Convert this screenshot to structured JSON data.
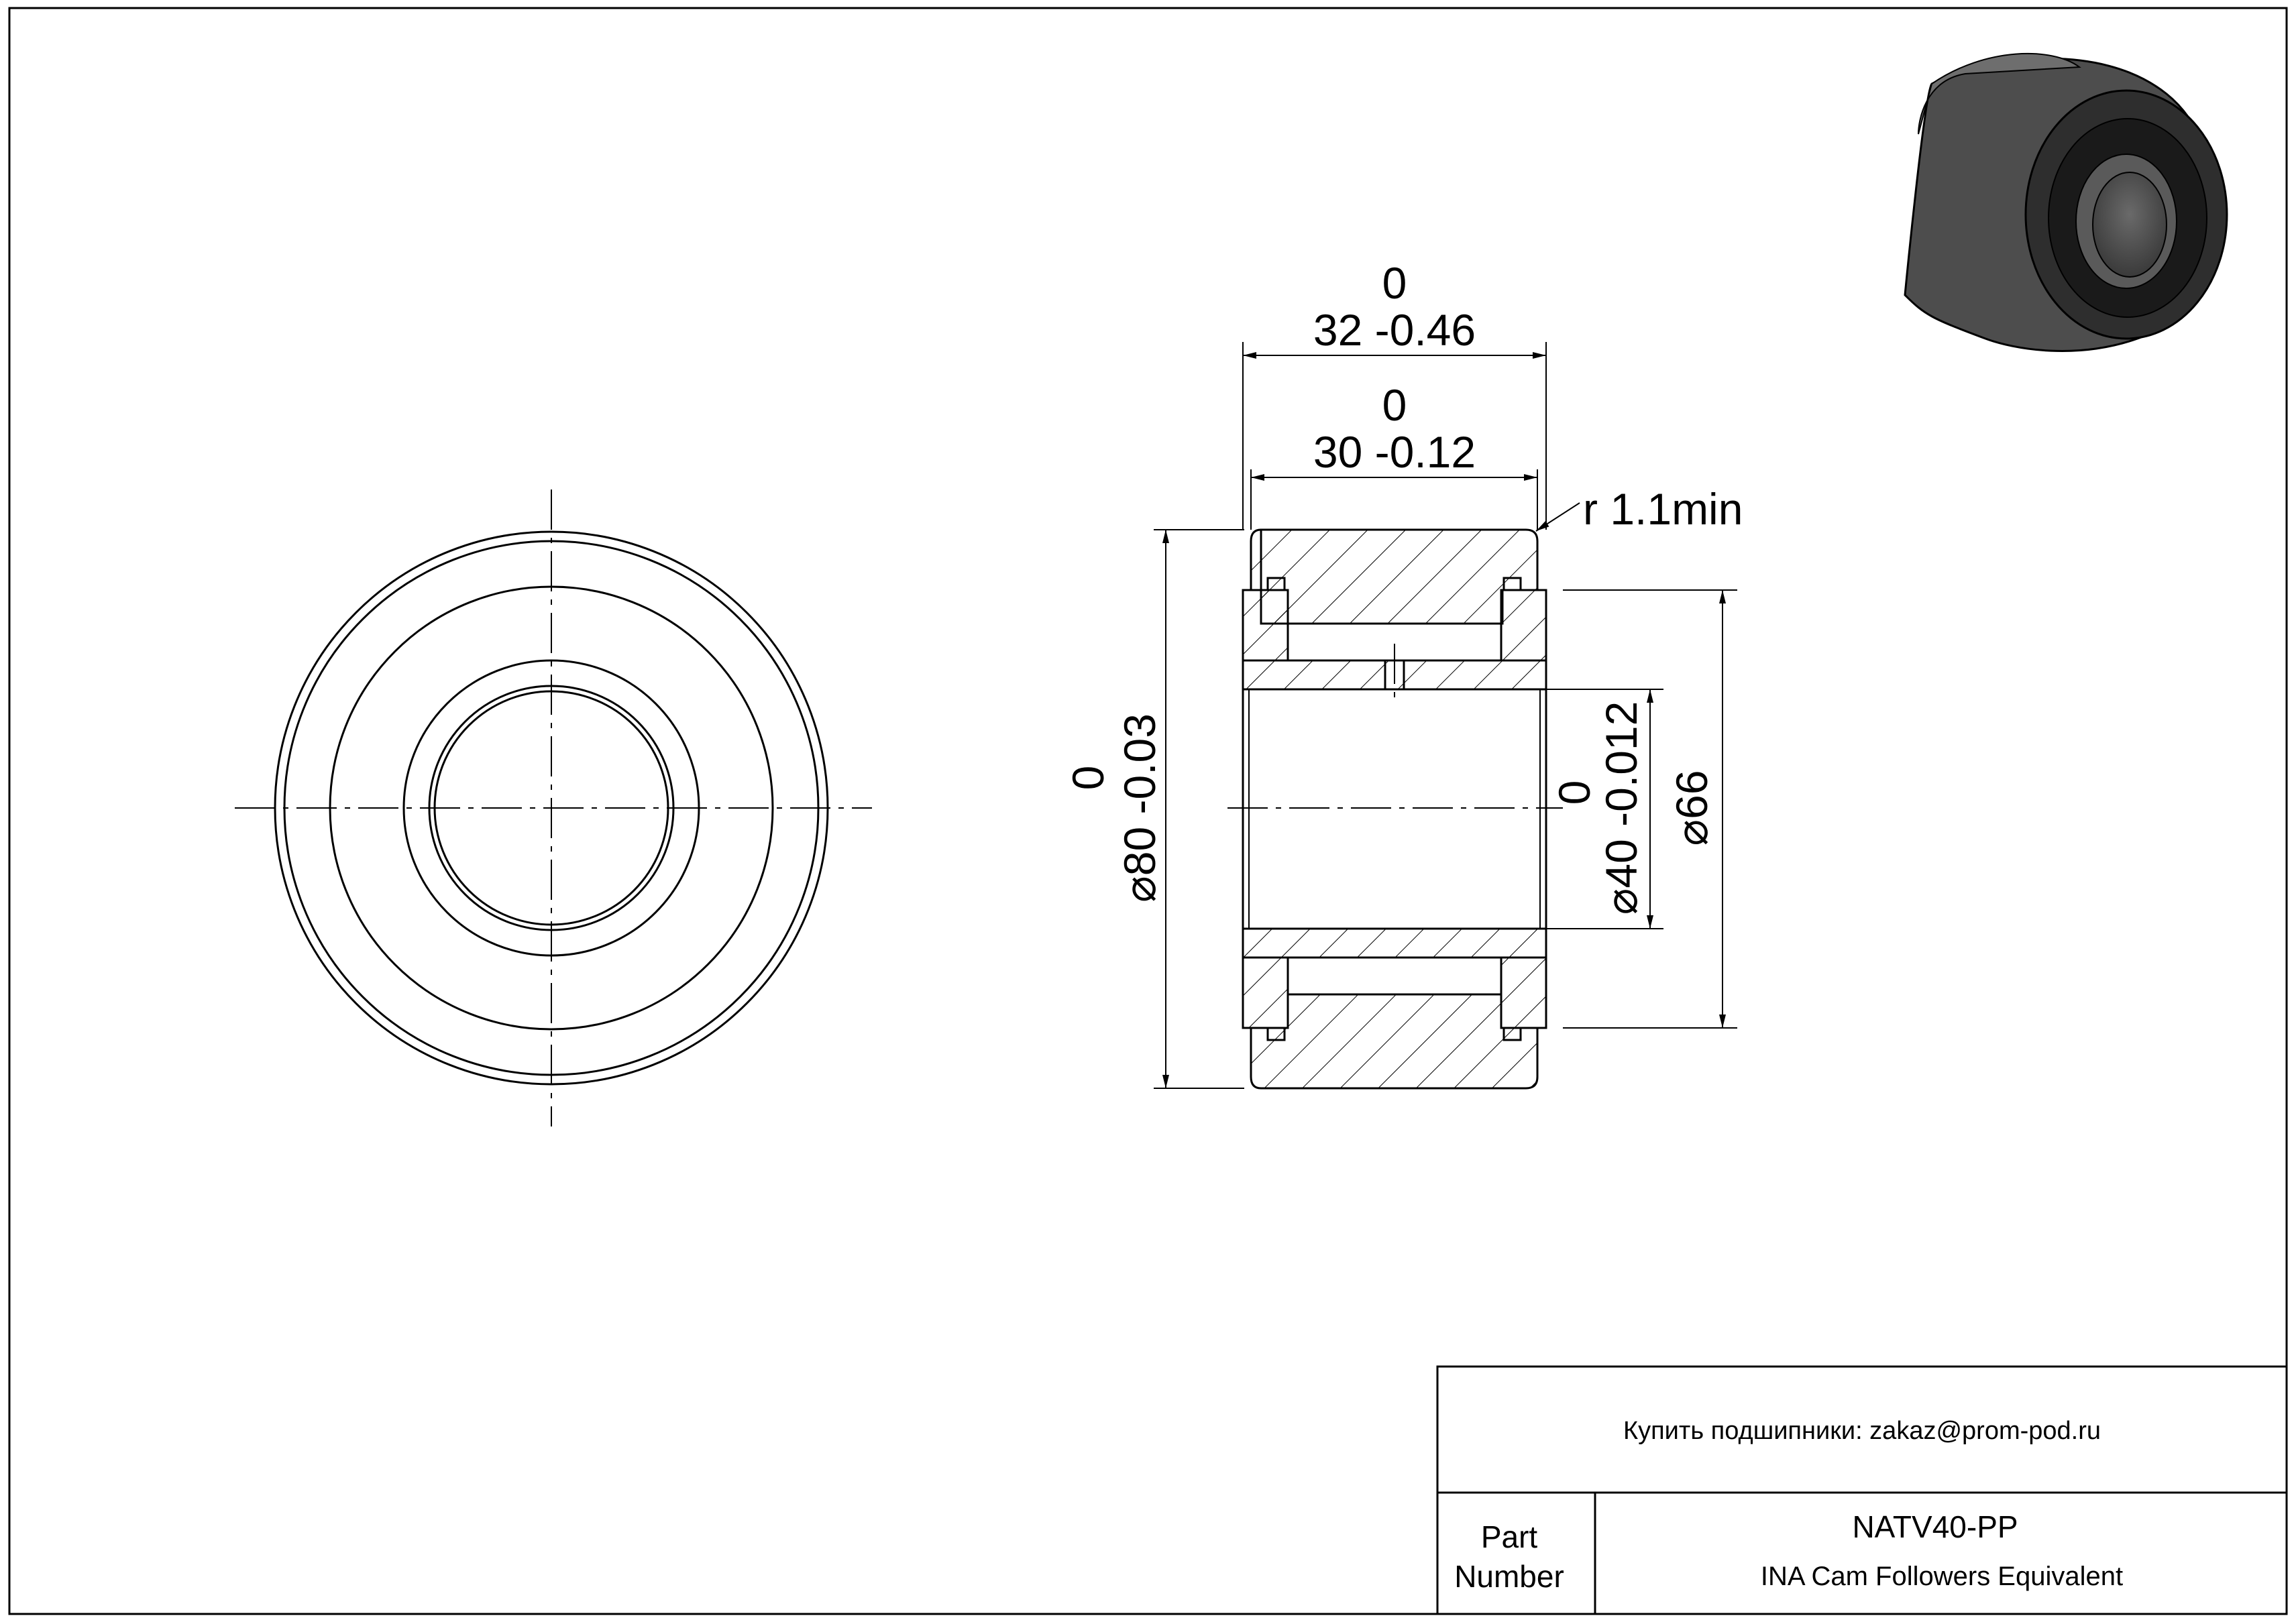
{
  "drawing": {
    "dimensions": {
      "overall_width": {
        "upper": "0",
        "lower": "32 -0.46"
      },
      "inner_width": {
        "upper": "0",
        "lower": "30 -0.12"
      },
      "radius": "r 1.1min",
      "outer_diameter": {
        "upper": "0",
        "lower": "80 -0.03",
        "symbol": "⌀"
      },
      "bore_diameter": {
        "upper": "0",
        "lower": "40 -0.012",
        "symbol": "⌀"
      },
      "inner_ring_diameter": {
        "value": "66",
        "symbol": "⌀"
      }
    }
  },
  "title_block": {
    "contact": "Купить подшипники: zakaz@prom-pod.ru",
    "part_label_line1": "Part",
    "part_label_line2": "Number",
    "part_number": "NATV40-PP",
    "description": "INA Cam Followers Equivalent"
  }
}
